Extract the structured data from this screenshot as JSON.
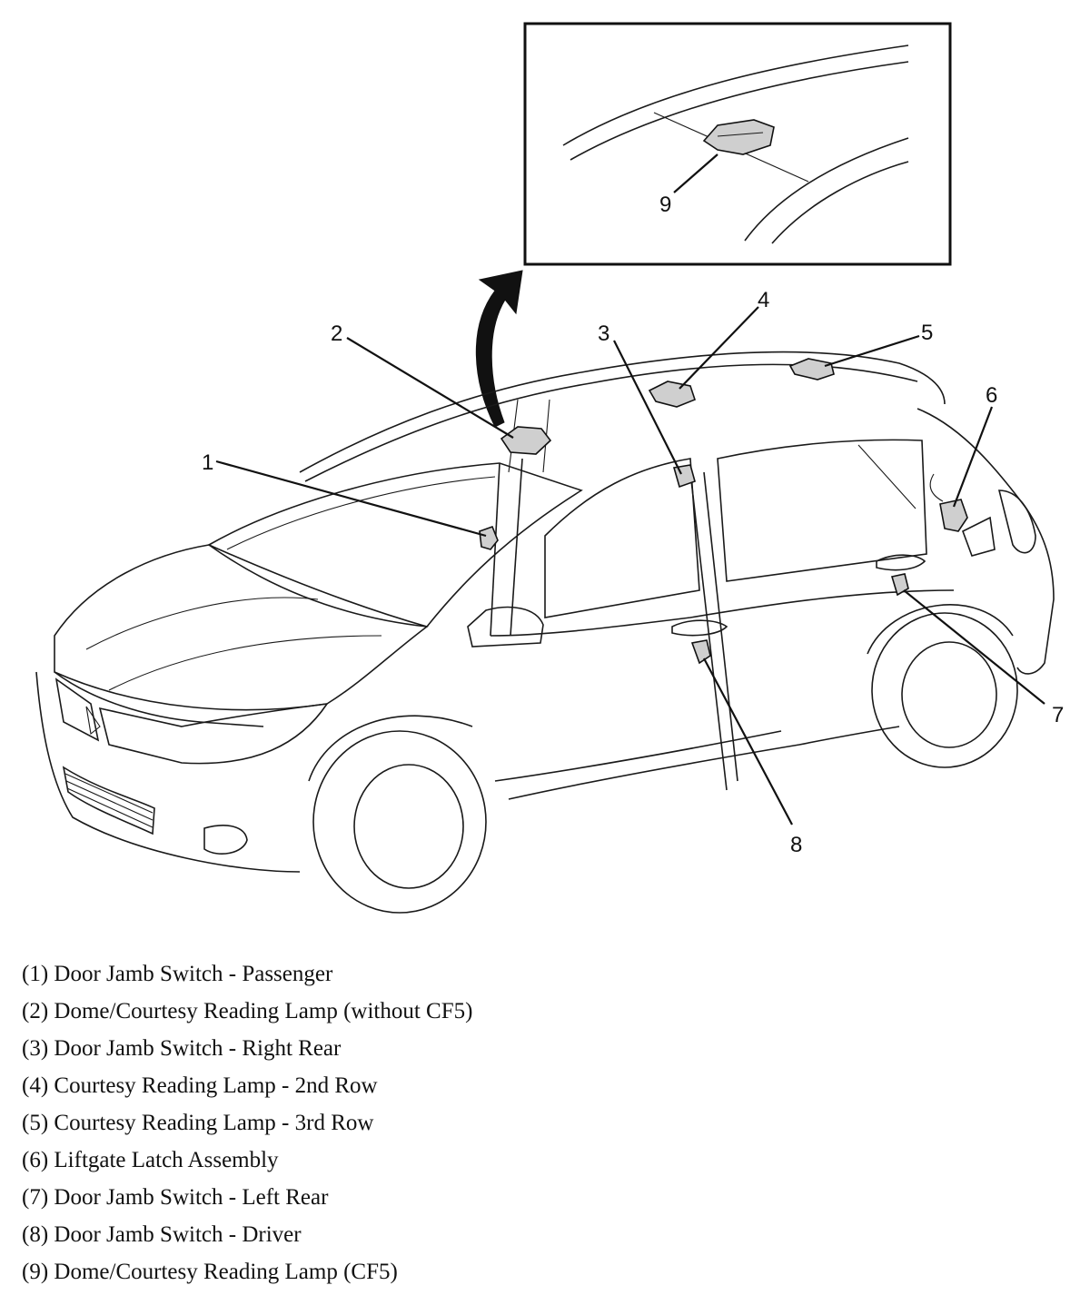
{
  "callouts": [
    "1",
    "2",
    "3",
    "4",
    "5",
    "6",
    "7",
    "8",
    "9"
  ],
  "legend": [
    "(1) Door Jamb Switch - Passenger",
    "(2) Dome/Courtesy Reading Lamp (without CF5)",
    "(3) Door Jamb Switch - Right Rear",
    "(4) Courtesy Reading Lamp - 2nd Row",
    "(5) Courtesy Reading Lamp - 3rd Row",
    "(6) Liftgate Latch Assembly",
    "(7) Door Jamb Switch - Left Rear",
    "(8) Door Jamb Switch - Driver",
    "(9) Dome/Courtesy Reading Lamp (CF5)"
  ]
}
